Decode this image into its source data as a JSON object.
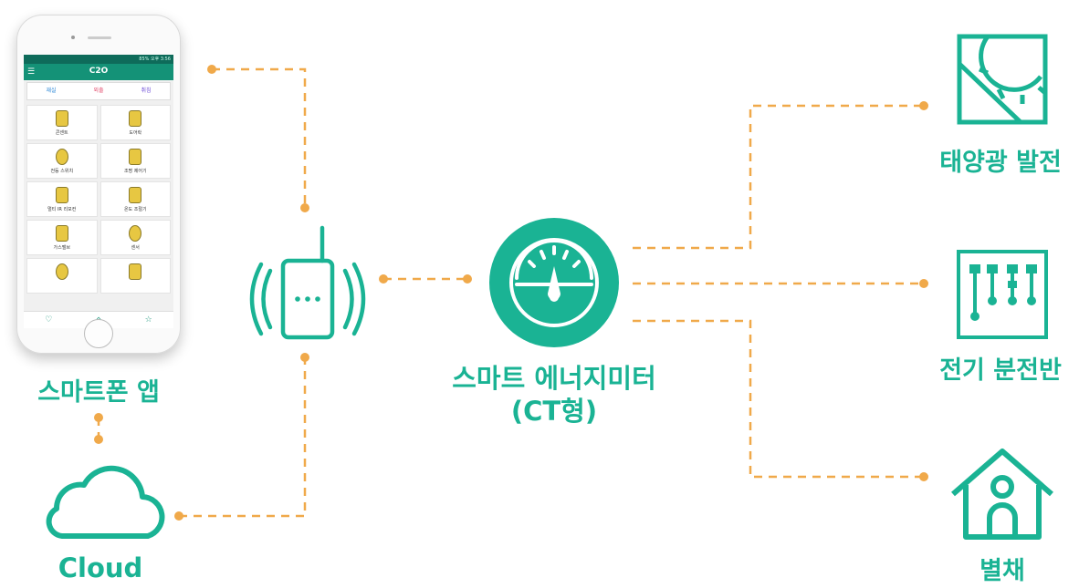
{
  "nodes": {
    "smartphone_app": "스마트폰 앱",
    "cloud": "Cloud",
    "smart_meter_line1": "스마트 에너지미터",
    "smart_meter_line2": "(CT형)",
    "solar": "태양광 발전",
    "panel": "전기 분전반",
    "annex": "별채"
  },
  "phone_screen": {
    "status": "85% 오후 3:56",
    "logo": "C2O",
    "tabs": [
      "재실",
      "외출",
      "취침"
    ],
    "grid": [
      "콘센트",
      "도어락",
      "전등 스위치",
      "조명 제어기",
      "멀티 IR 리모컨",
      "온도 조절기",
      "가스밸브",
      "센서",
      "",
      ""
    ]
  },
  "colors": {
    "accent": "#1ab394",
    "connector": "#f0a94a",
    "app_bar": "#149277"
  }
}
